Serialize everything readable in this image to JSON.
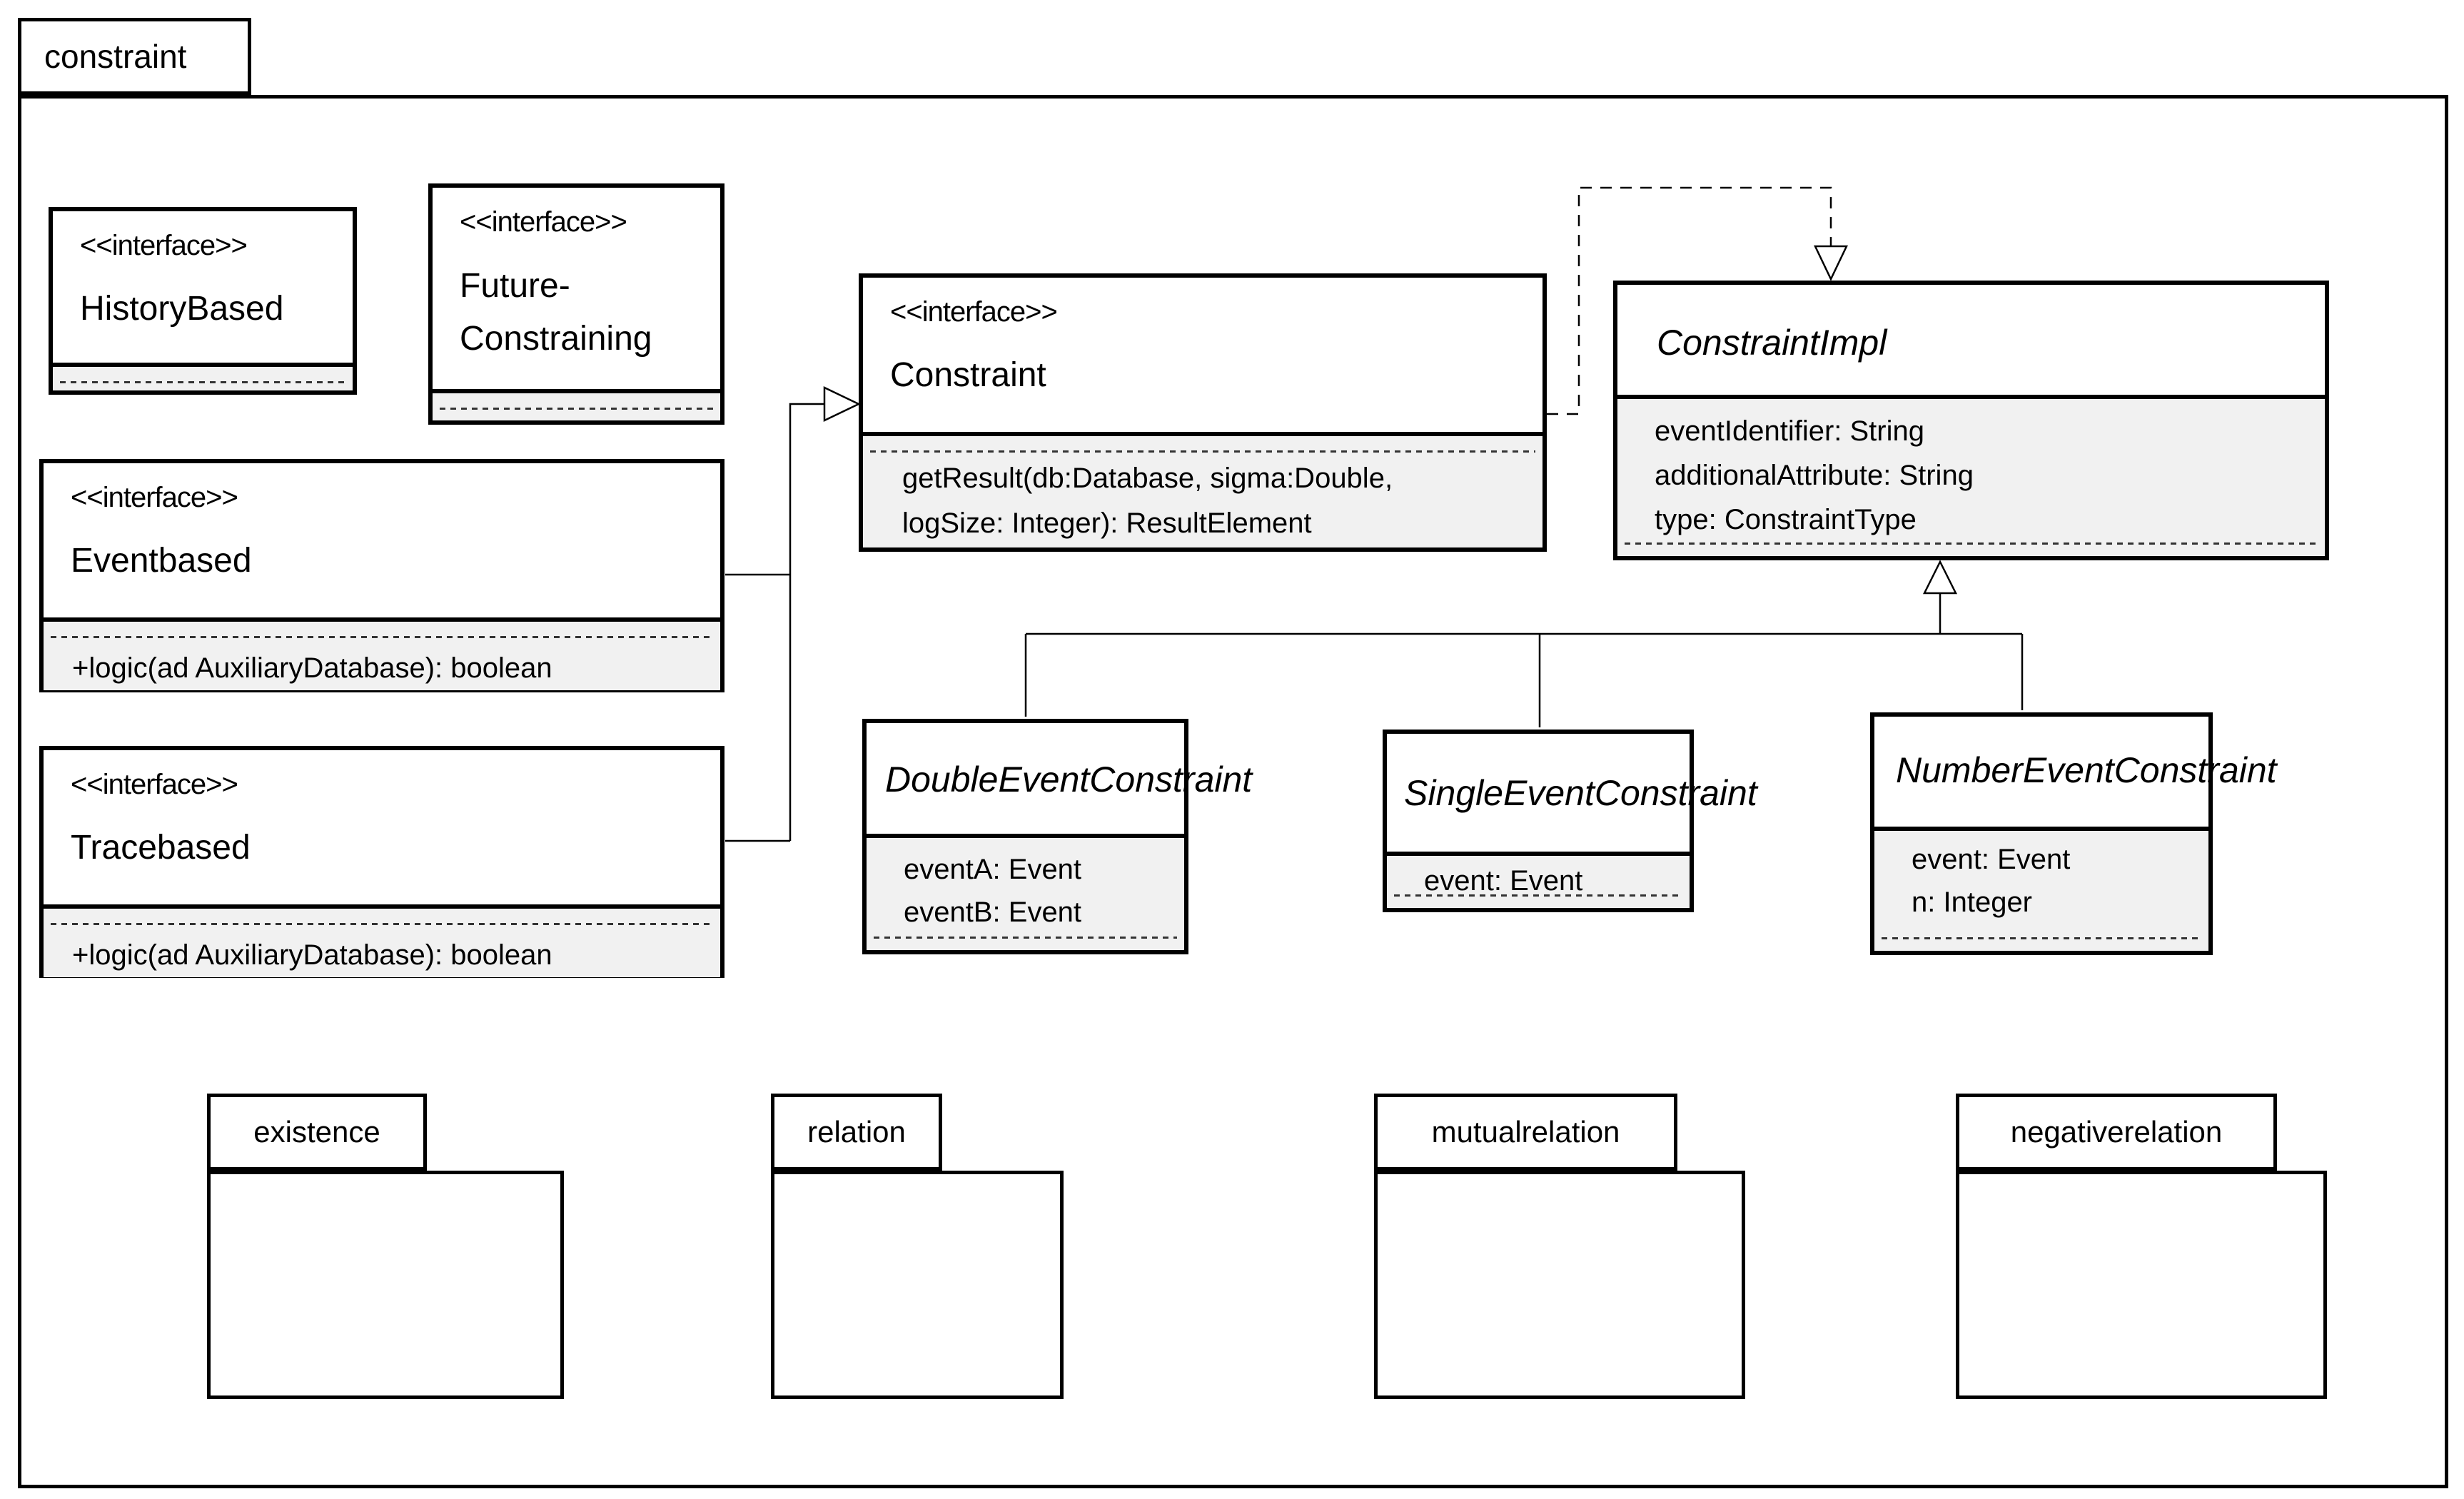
{
  "diagram": {
    "package_label": "constraint",
    "colors": {
      "compartment_gray": "#f1f1f1",
      "line": "#000000",
      "background": "#ffffff"
    }
  },
  "classes": {
    "history_based": {
      "stereotype": "<<interface>>",
      "name": "HistoryBased"
    },
    "future_constraining": {
      "stereotype": "<<interface>>",
      "name_line1": "Future-",
      "name_line2": "Constraining"
    },
    "eventbased": {
      "stereotype": "<<interface>>",
      "name": "Eventbased",
      "method": "+logic(ad AuxiliaryDatabase): boolean"
    },
    "tracebased": {
      "stereotype": "<<interface>>",
      "name": "Tracebased",
      "method": "+logic(ad AuxiliaryDatabase): boolean"
    },
    "constraint_iface": {
      "stereotype": "<<interface>>",
      "name": "Constraint",
      "method_line1": "getResult(db:Database, sigma:Double,",
      "method_line2": "logSize: Integer): ResultElement"
    },
    "constraint_impl": {
      "name": "ConstraintImpl",
      "attr1": "eventIdentifier: String",
      "attr2": "additionalAttribute: String",
      "attr3": "type: ConstraintType"
    },
    "double_event": {
      "name": "DoubleEventConstraint",
      "attr1": "eventA: Event",
      "attr2": "eventB: Event"
    },
    "single_event": {
      "name": "SingleEventConstraint",
      "attr1": "event: Event"
    },
    "number_event": {
      "name": "NumberEventConstraint",
      "attr1": "event: Event",
      "attr2": "n: Integer"
    }
  },
  "sub_packages": {
    "existence": {
      "label": "existence"
    },
    "relation": {
      "label": "relation"
    },
    "mutualrelation": {
      "label": "mutualrelation"
    },
    "negativerelation": {
      "label": "negativerelation"
    }
  }
}
